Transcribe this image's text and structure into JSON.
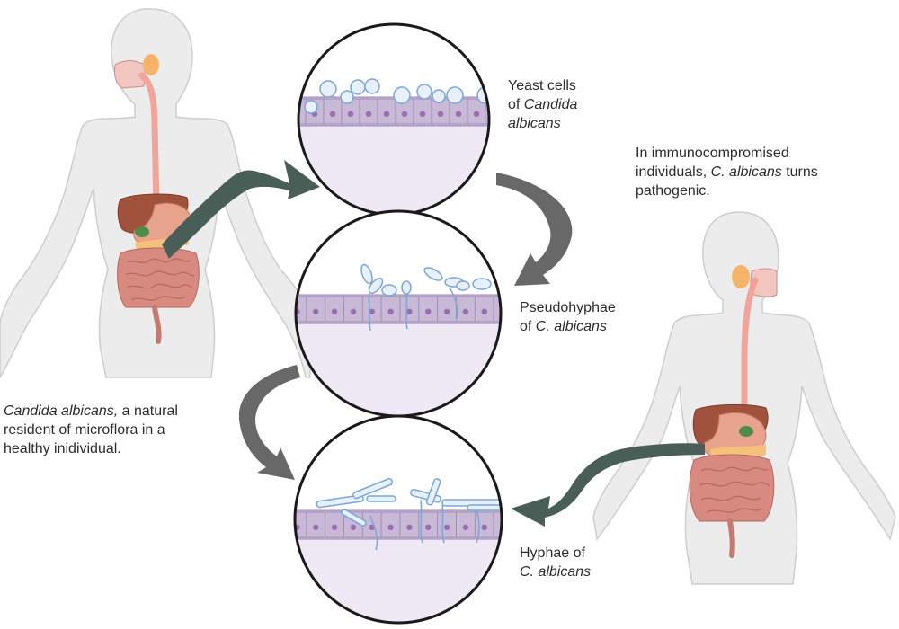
{
  "labels": {
    "yeast": {
      "line1": "Yeast cells",
      "line2_prefix": "of ",
      "line2_italic": "Candida",
      "line3_italic": "albicans"
    },
    "pseudohyphae": {
      "line1": "Pseudohyphae",
      "line2_prefix": "of ",
      "line2_italic": "C. albicans"
    },
    "hyphae": {
      "line1": "Hyphae of",
      "line2_italic": "C. albicans"
    },
    "immunocompromised": {
      "line1": "In immunocompromised",
      "line2_prefix": "individuals, ",
      "line2_italic": "C. albicans",
      "line2_suffix": " turns",
      "line3": "pathogenic."
    },
    "healthy": {
      "line1_italic": "Candida albicans,",
      "line1_suffix": " a natural",
      "line2": "resident of microflora in a",
      "line3": "healthy inidividual."
    }
  },
  "colors": {
    "body_fill": "#ececec",
    "body_stroke": "#c9c9c9",
    "esophagus": "#f0a49a",
    "liver": "#a0523d",
    "stomach": "#e8a38c",
    "intestine": "#d98a80",
    "cell_layer": "#c8b9d6",
    "cell_nucleus": "#9a6db3",
    "lumen": "#efe8f5",
    "fungus_fill": "#e7f0fb",
    "fungus_stroke": "#7aa7d6",
    "arrow": "#686868",
    "teal_arrow": "#4a5e58"
  }
}
